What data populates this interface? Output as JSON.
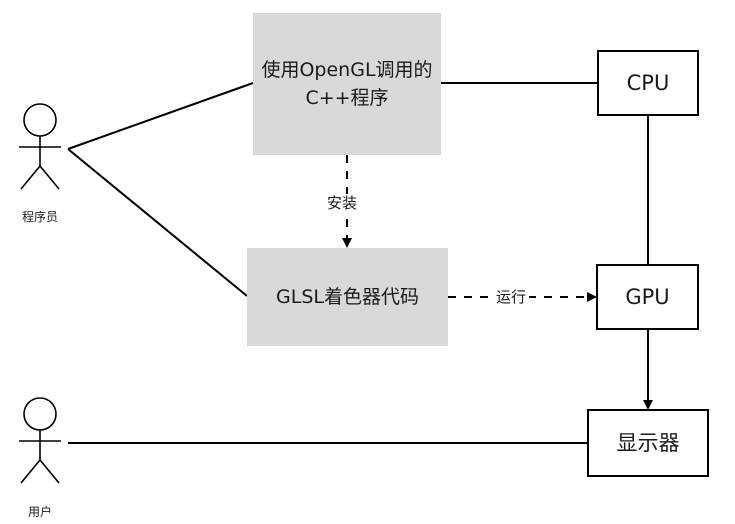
{
  "nodes": {
    "opengl_program": "使用OpenGL调用的C++程序",
    "glsl_code": "GLSL着色器代码",
    "cpu": "CPU",
    "gpu": "GPU",
    "display": "显示器"
  },
  "actors": {
    "programmer": "程序员",
    "user": "用户"
  },
  "edges": {
    "install": "安装",
    "run": "运行"
  },
  "colors": {
    "process_fill": "#d9d9d9",
    "stroke": "#000000"
  }
}
